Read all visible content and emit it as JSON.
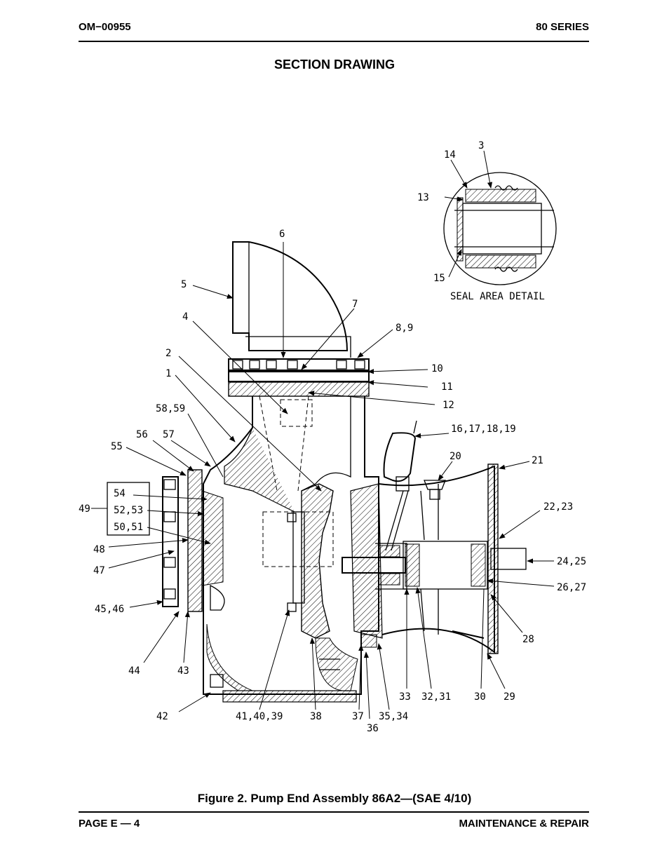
{
  "header": {
    "doc_number": "OM−00955",
    "series": "80 SERIES"
  },
  "section_title": "SECTION DRAWING",
  "figure_caption": "Figure 2.  Pump End Assembly 86A2—(SAE 4/10)",
  "footer": {
    "page": "PAGE E — 4",
    "section": "MAINTENANCE & REPAIR"
  },
  "drawing": {
    "detail_caption": "SEAL AREA DETAIL",
    "callouts": [
      "1",
      "2",
      "3",
      "4",
      "5",
      "6",
      "7",
      "8,9",
      "10",
      "11",
      "12",
      "13",
      "14",
      "15",
      "16,17,18,19",
      "20",
      "21",
      "22,23",
      "24,25",
      "26,27",
      "28",
      "29",
      "30",
      "32,31",
      "33",
      "35,34",
      "36",
      "37",
      "38",
      "41,40,39",
      "42",
      "43",
      "44",
      "45,46",
      "47",
      "48",
      "49",
      "50,51",
      "52,53",
      "54",
      "55",
      "56",
      "57",
      "58,59"
    ]
  }
}
